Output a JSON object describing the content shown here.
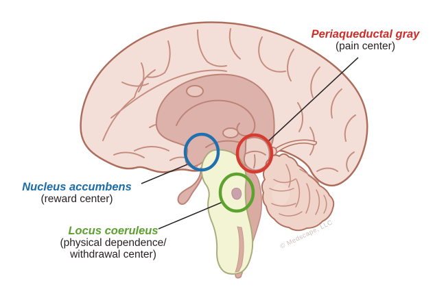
{
  "diagram": {
    "watermark": "© Medscape, LLC",
    "labels": {
      "periaqueductal_gray": {
        "name": "Periaqueductal gray",
        "descriptor": "(pain center)",
        "color": "#d02c28"
      },
      "nucleus_accumbens": {
        "name": "Nucleus accumbens",
        "descriptor": "(reward center)",
        "color": "#1a6cab"
      },
      "locus_coeruleus": {
        "name": "Locus coeruleus",
        "descriptor_line1": "(physical dependence/",
        "descriptor_line2": "withdrawal center)",
        "color": "#5ca02f"
      }
    },
    "markers": {
      "periaqueductal_gray": {
        "color": "#d63a31"
      },
      "nucleus_accumbens": {
        "color": "#2170ae"
      },
      "locus_coeruleus": {
        "color": "#5ba32e"
      }
    },
    "colors": {
      "cortex": "#f4dfd8",
      "cortex_outline": "#ac6d5c",
      "gyri": "#c58d80",
      "limbic": "#dcb2aa",
      "limbic_outline": "#bc8376",
      "limbic_detail": "#e9c9c0",
      "brainstem": "#f3f4d3",
      "brainstem_outline": "#a9ac7a",
      "cerebellum": "#f0d3c9",
      "cerebellum_outline": "#b1705f",
      "spinal_strip": "#d9aba1",
      "locus_spot": "#c9a2ab",
      "leader_line": "#2b2727",
      "label_text": "#262122",
      "watermark_color": "#cbc1bd"
    }
  }
}
